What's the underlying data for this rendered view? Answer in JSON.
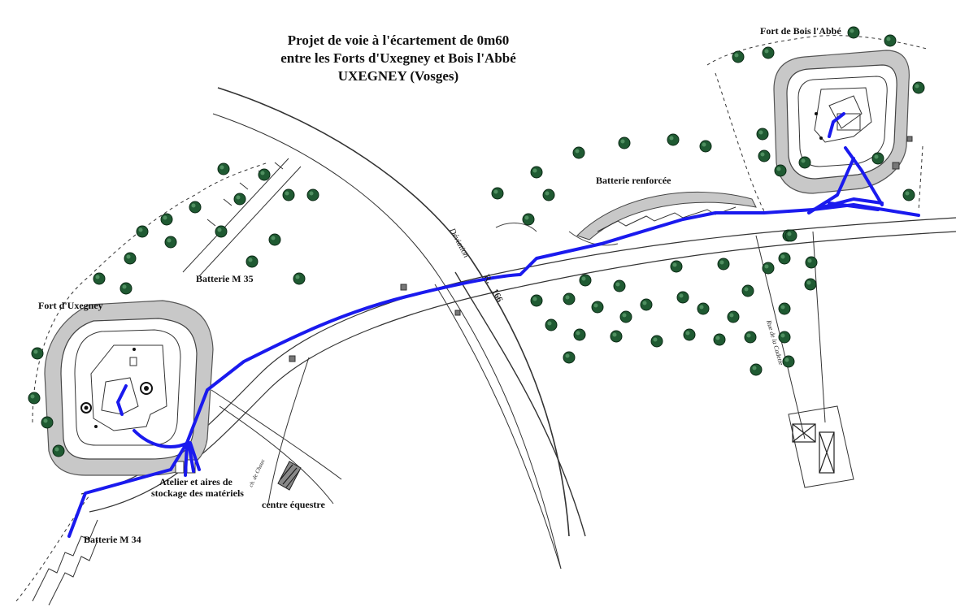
{
  "title": {
    "line1": "Projet de voie à l'écartement de 0m60",
    "line2": "entre les Forts d'Uxegney et Bois l'Abbé",
    "line3": "UXEGNEY (Vosges)"
  },
  "labels": {
    "fort_bois_abbe": "Fort de Bois l'Abbé",
    "batterie_renforcee": "Batterie renforcée",
    "batterie_m35": "Batterie M 35",
    "fort_uxegney": "Fort d'Uxegney",
    "atelier_line1": "Atelier et aires de",
    "atelier_line2": "stockage des matériels",
    "centre_equestre": "centre équestre",
    "batterie_m34": "Batterie M 34"
  },
  "roads": {
    "deviation": "Déviation",
    "r_letter": "R.",
    "route_number": "166",
    "rue_cadette": "Rue de la Cadette",
    "chemin": "ch. de Chaux"
  },
  "colors": {
    "railway": "#1a1aee",
    "rampart": "#c8c8c8",
    "tree": "#1f5a32",
    "ink": "#222222"
  }
}
